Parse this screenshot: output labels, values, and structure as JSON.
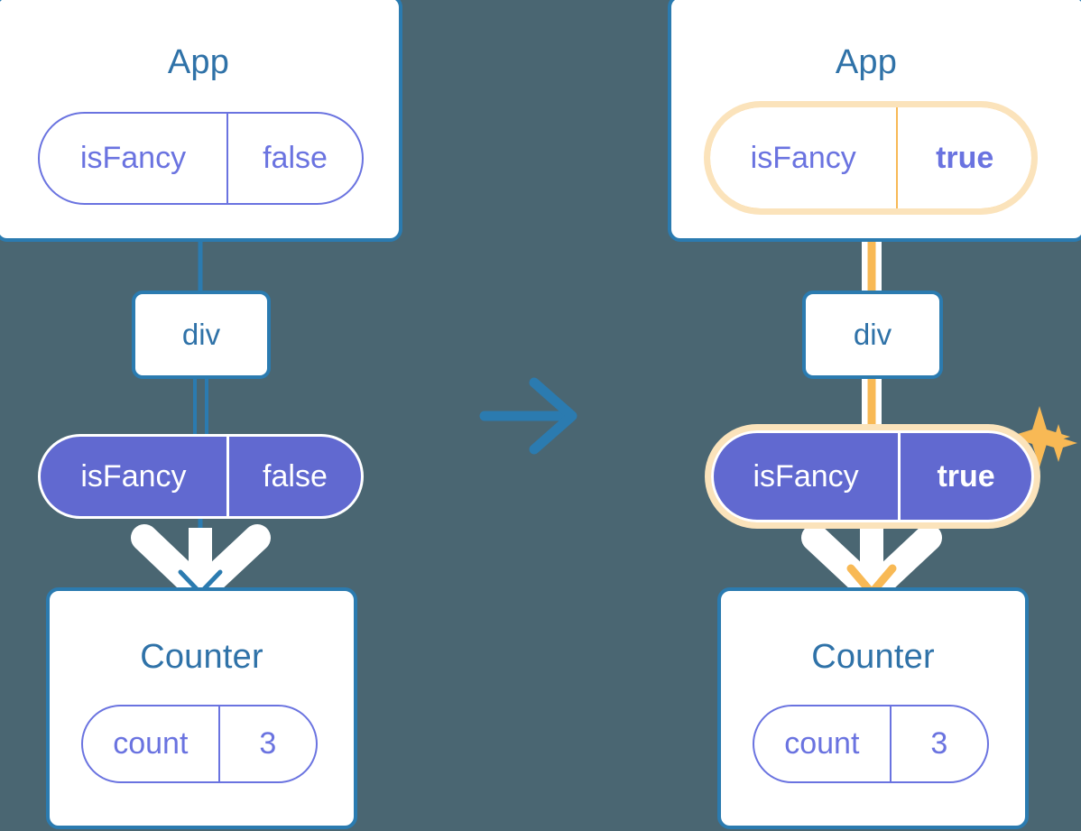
{
  "diagram": {
    "title": "React state propagation: isFancy changes from false to true",
    "background_color": "#4a6672",
    "accent_blue": "#2b7bb0",
    "title_blue": "#2f72a8",
    "purple": "#6169d0",
    "purple_outline": "#6a73e0",
    "highlight_orange": "#f8b955",
    "highlight_glow": "#fbe3bb"
  },
  "transition_arrow": {
    "icon": "arrow-right-icon",
    "color": "#2b7bb0"
  },
  "panels": [
    {
      "id": "before",
      "app": {
        "title": "App",
        "prop": {
          "key": "isFancy",
          "value": "false",
          "highlighted": false,
          "bold_value": false
        }
      },
      "div": {
        "label": "div"
      },
      "passed_prop": {
        "key": "isFancy",
        "value": "false",
        "highlighted": false,
        "bold_value": false
      },
      "counter": {
        "title": "Counter",
        "state": {
          "key": "count",
          "value": "3",
          "highlighted": false,
          "bold_value": false
        }
      },
      "sparkles": []
    },
    {
      "id": "after",
      "app": {
        "title": "App",
        "prop": {
          "key": "isFancy",
          "value": "true",
          "highlighted": true,
          "bold_value": true
        }
      },
      "div": {
        "label": "div"
      },
      "passed_prop": {
        "key": "isFancy",
        "value": "true",
        "highlighted": true,
        "bold_value": true
      },
      "counter": {
        "title": "Counter",
        "state": {
          "key": "count",
          "value": "3",
          "highlighted": false,
          "bold_value": false
        }
      },
      "sparkles": [
        {
          "name": "sparkle-icon-large-top",
          "size": "large"
        },
        {
          "name": "sparkle-icon-small-top",
          "size": "small"
        },
        {
          "name": "sparkle-icon-large-mid",
          "size": "large"
        },
        {
          "name": "sparkle-icon-small-mid",
          "size": "small"
        }
      ]
    }
  ]
}
